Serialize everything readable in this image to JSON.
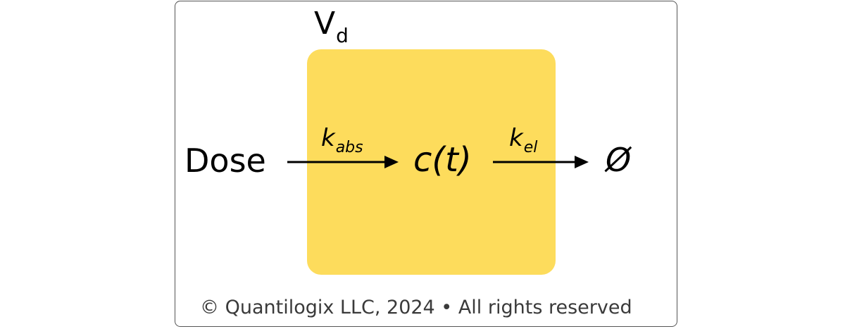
{
  "diagram": {
    "volume_label": "V",
    "volume_subscript": "d",
    "dose_label": "Dose",
    "concentration_label": "c(t)",
    "elimination_label": "Ø",
    "absorption_rate": {
      "symbol": "k",
      "subscript": "abs"
    },
    "elimination_rate": {
      "symbol": "k",
      "subscript": "el"
    },
    "copyright": "© Quantilogix LLC, 2024 • All rights reserved",
    "colors": {
      "compartment_fill": "#fddc5c",
      "frame_border": "#555555",
      "arrow": "#000000",
      "text": "#000000",
      "copyright_text": "#3a3a3a"
    }
  }
}
